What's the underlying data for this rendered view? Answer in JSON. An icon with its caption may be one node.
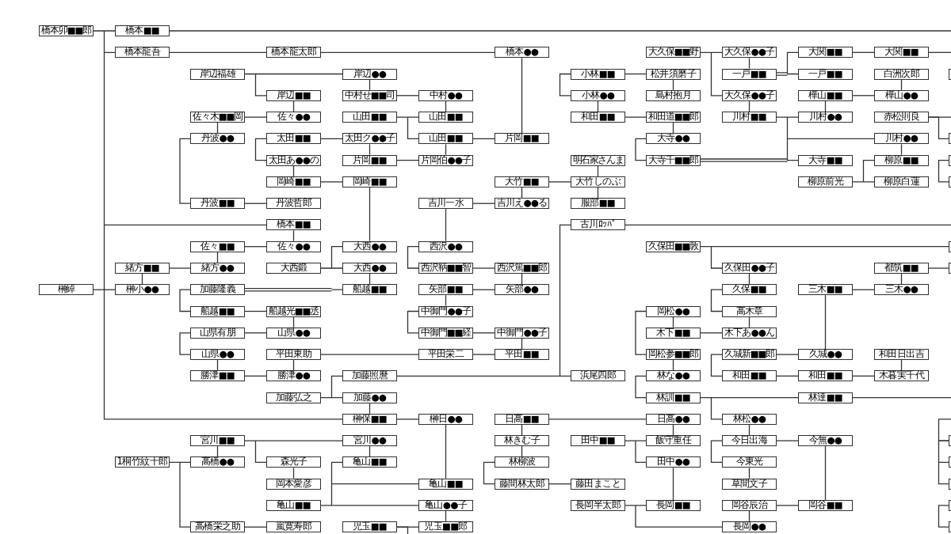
{
  "diagram": {
    "nodes": [
      {
        "text": [
          "橋本卯■■郎"
        ]
      },
      {
        "text": [
          "橋本■■"
        ]
      },
      {
        "text": [
          "橋本龍吾"
        ]
      },
      {
        "text": [
          "橋本龍太郎"
        ]
      },
      {
        "text": [
          "橋本●●"
        ]
      },
      {
        "text": [
          "大久保■■野"
        ]
      },
      {
        "text": [
          "大久保●●子"
        ]
      },
      {
        "text": [
          "大関■■"
        ]
      },
      {
        "text": [
          "大関■■"
        ]
      },
      {
        "text": [
          "岸辺福雄"
        ]
      },
      {
        "text": [
          "岸辺●●"
        ]
      },
      {
        "text": [
          "小林■■"
        ]
      },
      {
        "text": [
          "松井須磨子"
        ]
      },
      {
        "text": [
          "一戸■■"
        ]
      },
      {
        "text": [
          "一戸■■"
        ]
      },
      {
        "text": [
          "白洲次郎"
        ]
      },
      {
        "text": [],
        "shape": "box"
      },
      {
        "text": [
          "岸辺■■"
        ]
      },
      {
        "text": [
          "中村せ■■司"
        ]
      },
      {
        "text": [
          "中村●●"
        ]
      },
      {
        "text": [
          "小林●●"
        ]
      },
      {
        "text": [
          "島村抱月"
        ]
      },
      {
        "text": [
          "大久保●●子"
        ]
      },
      {
        "text": [
          "樺山■■"
        ]
      },
      {
        "text": [
          "樺山●●"
        ]
      },
      {
        "text": [
          "佐々木■■岡"
        ]
      },
      {
        "text": [
          "佐々●●"
        ]
      },
      {
        "text": [
          "山田■■"
        ]
      },
      {
        "text": [
          "山田■■"
        ]
      },
      {
        "text": [
          "和田■■"
        ]
      },
      {
        "text": [
          "和田道■■郎"
        ]
      },
      {
        "text": [
          "川村■■"
        ]
      },
      {
        "text": [
          "川村●●"
        ]
      },
      {
        "text": [
          "赤松則良"
        ]
      },
      {
        "text": [
          "丹波●●"
        ]
      },
      {
        "text": [
          "太田■■"
        ]
      },
      {
        "text": [
          "太田ク●●子"
        ]
      },
      {
        "text": [
          "山田■■"
        ]
      },
      {
        "text": [
          "片岡■■"
        ]
      },
      {
        "text": [
          "大寺●●"
        ]
      },
      {
        "text": [
          "川村●●"
        ]
      },
      {
        "text": [],
        "shape": "box"
      },
      {
        "text": [
          "太田あ●●の"
        ]
      },
      {
        "text": [
          "片岡■■"
        ]
      },
      {
        "text": [
          "片岡伯●●子"
        ]
      },
      {
        "text": [
          "明石家さんま"
        ]
      },
      {
        "text": [
          "大寺千■■郎"
        ]
      },
      {
        "text": [
          "大寺■■"
        ]
      },
      {
        "text": [
          "柳原■■"
        ]
      },
      {
        "text": [],
        "shape": "box"
      },
      {
        "text": [
          "岡崎■■"
        ]
      },
      {
        "text": [
          "岡崎■■"
        ]
      },
      {
        "text": [
          "大竹■■"
        ]
      },
      {
        "text": [
          "大竹しのぶ"
        ]
      },
      {
        "text": [
          "柳原前光"
        ]
      },
      {
        "text": [
          "柳原白蓮"
        ]
      },
      {
        "text": [],
        "shape": "box"
      },
      {
        "text": [
          "丹波■■"
        ]
      },
      {
        "text": [
          "丹波哲郎"
        ]
      },
      {
        "text": [
          "吉川一水"
        ]
      },
      {
        "text": [
          "吉川え●●る"
        ]
      },
      {
        "text": [
          "服部■■"
        ]
      },
      {
        "text": [
          "橋本■■"
        ]
      },
      {
        "text": [
          "古川ﾛｯﾊﾟ"
        ]
      },
      {
        "text": [
          "佐々■■"
        ]
      },
      {
        "text": [
          "佐々●●"
        ]
      },
      {
        "text": [
          "大西●●"
        ]
      },
      {
        "text": [
          "西沢●●"
        ]
      },
      {
        "text": [
          "久保田■■敦"
        ]
      },
      {
        "text": [],
        "shape": "box"
      },
      {
        "text": [
          "緒方■■"
        ]
      },
      {
        "text": [
          "緒方●●"
        ]
      },
      {
        "text": [
          "大西鍛"
        ]
      },
      {
        "text": [
          "大西●●"
        ]
      },
      {
        "text": [
          "西沢鞆■■智"
        ]
      },
      {
        "text": [
          "西沢篤■■郎"
        ]
      },
      {
        "text": [
          "久保田●●子"
        ]
      },
      {
        "text": [
          "都筑■■"
        ]
      },
      {
        "text": [],
        "shape": "box"
      },
      {
        "text": [
          "榊綽"
        ]
      },
      {
        "text": [
          "榊小●●"
        ]
      },
      {
        "text": [
          "加藤隆義"
        ]
      },
      {
        "text": [
          "船越■■"
        ]
      },
      {
        "text": [
          "矢部■■"
        ]
      },
      {
        "text": [
          "矢部●●"
        ]
      },
      {
        "text": [
          "久保■■"
        ]
      },
      {
        "text": [
          "三木■■"
        ]
      },
      {
        "text": [
          "三木●●"
        ]
      },
      {
        "text": [
          "船越■■"
        ]
      },
      {
        "text": [
          "船越光■■丞"
        ]
      },
      {
        "text": [
          "中御門●●子"
        ]
      },
      {
        "text": [
          "岡松●●"
        ]
      },
      {
        "text": [
          "高木章"
        ]
      },
      {
        "text": [
          "山県有朋"
        ]
      },
      {
        "text": [
          "山県●●"
        ]
      },
      {
        "text": [
          "中御門■■経"
        ]
      },
      {
        "text": [
          "中御門●●子"
        ]
      },
      {
        "text": [
          "木下■■"
        ]
      },
      {
        "text": [
          "木下あ●●ん"
        ]
      },
      {
        "text": [
          "山県●●"
        ]
      },
      {
        "text": [
          "平田東助"
        ]
      },
      {
        "text": [
          "平田栄二"
        ]
      },
      {
        "text": [
          "平田■■"
        ]
      },
      {
        "text": [
          "岡松参■■郎"
        ]
      },
      {
        "text": [
          "久城新■■郎"
        ]
      },
      {
        "text": [
          "久城●●"
        ]
      },
      {
        "text": [
          "和田日出吉"
        ]
      },
      {
        "text": [
          "勝津■■"
        ]
      },
      {
        "text": [
          "勝津●●"
        ]
      },
      {
        "text": [
          "加藤照麿"
        ]
      },
      {
        "text": [
          "浜尾四郎"
        ]
      },
      {
        "text": [
          "林な●●"
        ]
      },
      {
        "text": [
          "和田■■"
        ]
      },
      {
        "text": [
          "和田■■"
        ]
      },
      {
        "text": [
          "木暮実千代"
        ]
      },
      {
        "text": [
          "加藤弘之"
        ]
      },
      {
        "text": [
          "加藤●●"
        ]
      },
      {
        "text": [
          "林訓■■"
        ]
      },
      {
        "text": [
          "林達■■"
        ]
      },
      {
        "text": [
          "榊保■■"
        ]
      },
      {
        "text": [
          "榊日●●"
        ]
      },
      {
        "text": [
          "日高■■"
        ]
      },
      {
        "text": [
          "日高●●"
        ]
      },
      {
        "text": [
          "林松●●"
        ]
      },
      {
        "text": [
          "宮川■■"
        ]
      },
      {
        "text": [
          "宮川●●"
        ]
      },
      {
        "text": [
          "林きむ子"
        ]
      },
      {
        "text": [
          "田中■■"
        ]
      },
      {
        "text": [
          "飯守重任"
        ]
      },
      {
        "text": [
          "今日出海"
        ]
      },
      {
        "text": [
          "今無●●"
        ]
      },
      {
        "text": [],
        "shape": "box"
      },
      {
        "text": [
          "1桐竹紋十郎"
        ]
      },
      {
        "text": [
          "高橋●●"
        ]
      },
      {
        "text": [
          "森光子"
        ]
      },
      {
        "text": [
          "亀山■■"
        ]
      },
      {
        "text": [
          "林柳波"
        ]
      },
      {
        "text": [
          "田中●●"
        ]
      },
      {
        "text": [
          "今東光"
        ]
      },
      {
        "text": [],
        "shape": "box"
      },
      {
        "text": [
          "岡本愛彦"
        ]
      },
      {
        "text": [
          "亀山■■"
        ]
      },
      {
        "text": [
          "藤間林太郎"
        ]
      },
      {
        "text": [
          "藤田まこと"
        ]
      },
      {
        "text": [
          "草間文子"
        ]
      },
      {
        "text": [],
        "shape": "box"
      },
      {
        "text": [
          "亀山■■"
        ]
      },
      {
        "text": [
          "亀山●●子"
        ]
      },
      {
        "text": [
          "長岡半太郎"
        ]
      },
      {
        "text": [
          "長岡■■"
        ]
      },
      {
        "text": [
          "岡谷辰治"
        ]
      },
      {
        "text": [
          "岡谷■■"
        ]
      },
      {
        "text": [],
        "shape": "box"
      },
      {
        "text": [
          "高橋栄之助"
        ]
      },
      {
        "text": [
          "嵐寛寿郎"
        ]
      },
      {
        "text": [
          "児玉■■"
        ]
      },
      {
        "text": [
          "児玉■■郎"
        ]
      },
      {
        "text": [
          "長岡●●"
        ]
      },
      {
        "text": [],
        "shape": "box"
      }
    ],
    "edges": [
      {
        "from": 0,
        "to": 1,
        "arrow": "none"
      },
      {
        "from": 0,
        "to": 2,
        "arrow": "none"
      },
      {
        "from": 0,
        "to": 62,
        "arrow": "none"
      },
      {
        "from": 0,
        "to": 119,
        "arrow": "none"
      },
      {
        "from": 1,
        "to": null,
        "arrow": "none"
      },
      {
        "from": 2,
        "to": 3,
        "arrow": "none"
      },
      {
        "from": 3,
        "to": 4,
        "arrow": "none"
      },
      {
        "from": 9,
        "to": 10,
        "arrow": "none"
      },
      {
        "from": 9,
        "to": 17,
        "arrow": "none"
      },
      {
        "from": 4,
        "to": 38,
        "arrow": "none"
      },
      {
        "from": 5,
        "to": 6,
        "arrow": "none"
      },
      {
        "from": 5,
        "to": 22,
        "arrow": "none"
      },
      {
        "from": 6,
        "to": 13,
        "arrow": "none"
      },
      {
        "from": 13,
        "to": 7,
        "arrow": "none"
      },
      {
        "from": 13,
        "to": 14,
        "arrow": "none"
      },
      {
        "from": 7,
        "to": 8,
        "arrow": "none"
      },
      {
        "from": 8,
        "to": null,
        "arrow": "none"
      },
      {
        "from": 11,
        "to": 20,
        "arrow": "none"
      },
      {
        "from": 11,
        "to": 12,
        "arrow": "none"
      },
      {
        "from": 12,
        "to": 21,
        "arrow": "none"
      },
      {
        "from": 15,
        "to": 24,
        "arrow": "none"
      },
      {
        "from": 10,
        "to": 18,
        "arrow": "none"
      },
      {
        "from": 17,
        "to": 26,
        "arrow": "none"
      },
      {
        "from": 18,
        "to": 19,
        "arrow": "none"
      },
      {
        "from": 19,
        "to": 28,
        "arrow": "none"
      },
      {
        "from": 20,
        "to": 29,
        "arrow": "none"
      },
      {
        "from": 22,
        "to": 31,
        "arrow": "none"
      },
      {
        "from": 23,
        "to": 24,
        "arrow": "none"
      },
      {
        "from": 23,
        "to": 32,
        "arrow": "none"
      },
      {
        "from": 25,
        "to": 26,
        "arrow": "none"
      },
      {
        "from": 25,
        "to": 34,
        "arrow": "none"
      },
      {
        "from": 27,
        "to": 28,
        "arrow": "none"
      },
      {
        "from": 27,
        "to": 37,
        "arrow": "none"
      },
      {
        "from": 29,
        "to": 30,
        "arrow": "none"
      },
      {
        "from": 30,
        "to": 39,
        "arrow": "none"
      },
      {
        "from": 31,
        "to": 32,
        "arrow": "none"
      },
      {
        "from": 31,
        "to": 40,
        "arrow": "none"
      },
      {
        "from": 31,
        "to": 47,
        "arrow": "none"
      },
      {
        "from": 33,
        "to": null,
        "arrow": "none"
      },
      {
        "from": 33,
        "to": 41,
        "arrow": "none"
      },
      {
        "from": 34,
        "to": 57,
        "arrow": "none"
      },
      {
        "from": 35,
        "to": 42,
        "arrow": "none"
      },
      {
        "from": 35,
        "to": 36,
        "arrow": "none"
      },
      {
        "from": 36,
        "to": 43,
        "arrow": "none"
      },
      {
        "from": 37,
        "to": 38,
        "arrow": "none"
      },
      {
        "from": 37,
        "to": 44,
        "arrow": "none"
      },
      {
        "from": 39,
        "to": 46,
        "arrow": "none"
      },
      {
        "from": 40,
        "to": 48,
        "arrow": "none"
      },
      {
        "from": 42,
        "to": 50,
        "arrow": "none"
      },
      {
        "from": 43,
        "to": 44,
        "arrow": "none"
      },
      {
        "from": 45,
        "to": 53,
        "arrow": "none"
      },
      {
        "from": 46,
        "to": 47,
        "arrow": "none"
      },
      {
        "from": 54,
        "to": 48,
        "arrow": "none"
      },
      {
        "from": 54,
        "to": 55,
        "arrow": "none"
      },
      {
        "from": 49,
        "to": 56,
        "arrow": "none"
      },
      {
        "from": 50,
        "to": 51,
        "arrow": "none"
      },
      {
        "from": 51,
        "to": 66,
        "arrow": "none"
      },
      {
        "from": 52,
        "to": 60,
        "arrow": "none"
      },
      {
        "from": 52,
        "to": 53,
        "arrow": "none"
      },
      {
        "from": 53,
        "to": 61,
        "arrow": "none"
      },
      {
        "from": 57,
        "to": 58,
        "arrow": "none"
      },
      {
        "from": 59,
        "to": 60,
        "arrow": "none"
      },
      {
        "from": 59,
        "to": 67,
        "arrow": "none"
      },
      {
        "from": 62,
        "to": 65,
        "arrow": "none"
      },
      {
        "from": 63,
        "to": 110,
        "arrow": "none"
      },
      {
        "from": 63,
        "to": null,
        "arrow": "none"
      },
      {
        "from": 64,
        "to": 65,
        "arrow": "none"
      },
      {
        "from": 64,
        "to": 71,
        "arrow": "none"
      },
      {
        "from": 67,
        "to": 74,
        "arrow": "none"
      },
      {
        "from": 68,
        "to": 69,
        "arrow": "none"
      },
      {
        "from": 68,
        "to": 76,
        "arrow": "none"
      },
      {
        "from": 70,
        "to": 71,
        "arrow": "none"
      },
      {
        "from": 70,
        "to": 80,
        "arrow": "none"
      },
      {
        "from": 72,
        "to": 66,
        "arrow": "none"
      },
      {
        "from": 72,
        "to": 73,
        "arrow": "none"
      },
      {
        "from": 73,
        "to": 82,
        "arrow": "none"
      },
      {
        "from": 74,
        "to": 75,
        "arrow": "none"
      },
      {
        "from": 75,
        "to": 84,
        "arrow": "none"
      },
      {
        "from": 76,
        "to": 85,
        "arrow": "none"
      },
      {
        "from": 77,
        "to": 78,
        "arrow": "none"
      },
      {
        "from": 77,
        "to": 87,
        "arrow": "none"
      },
      {
        "from": 79,
        "to": 80,
        "arrow": "none"
      },
      {
        "from": 81,
        "to": 82,
        "arrow": "none"
      },
      {
        "from": 81,
        "to": 88,
        "arrow": "none"
      },
      {
        "from": 83,
        "to": 84,
        "arrow": "none"
      },
      {
        "from": 83,
        "to": 90,
        "arrow": "none"
      },
      {
        "from": 85,
        "to": 92,
        "arrow": "none"
      },
      {
        "from": 86,
        "to": 87,
        "arrow": "none"
      },
      {
        "from": 86,
        "to": 105,
        "arrow": "none"
      },
      {
        "from": 88,
        "to": 89,
        "arrow": "none"
      },
      {
        "from": 89,
        "to": 94,
        "arrow": "none"
      },
      {
        "from": 90,
        "to": 95,
        "arrow": "none"
      },
      {
        "from": 91,
        "to": 103,
        "arrow": "none"
      },
      {
        "from": 91,
        "to": 97,
        "arrow": "none"
      },
      {
        "from": 92,
        "to": 98,
        "arrow": "none"
      },
      {
        "from": 93,
        "to": 94,
        "arrow": "none"
      },
      {
        "from": 93,
        "to": 99,
        "arrow": "none"
      },
      {
        "from": 95,
        "to": 96,
        "arrow": "none"
      },
      {
        "from": 96,
        "to": 102,
        "arrow": "none"
      },
      {
        "from": 97,
        "to": 98,
        "arrow": "none"
      },
      {
        "from": 99,
        "to": 107,
        "arrow": "none"
      },
      {
        "from": 100,
        "to": 101,
        "arrow": "none"
      },
      {
        "from": 100,
        "to": 108,
        "arrow": "none"
      },
      {
        "from": 101,
        "to": 102,
        "arrow": "none"
      },
      {
        "from": 103,
        "to": 111,
        "arrow": "none"
      },
      {
        "from": 104,
        "to": 105,
        "arrow": "none"
      },
      {
        "from": 104,
        "to": 112,
        "arrow": "none"
      },
      {
        "from": 106,
        "to": 114,
        "arrow": "none"
      },
      {
        "from": 107,
        "to": 108,
        "arrow": "none"
      },
      {
        "from": 109,
        "to": 110,
        "arrow": "none"
      },
      {
        "from": 111,
        "to": 117,
        "arrow": "none"
      },
      {
        "from": 112,
        "to": 113,
        "arrow": "none"
      },
      {
        "from": 113,
        "to": 114,
        "arrow": "none"
      },
      {
        "from": 115,
        "to": 109,
        "arrow": "none"
      },
      {
        "from": 115,
        "to": 116,
        "arrow": "none"
      },
      {
        "from": 116,
        "to": 119,
        "arrow": "none"
      },
      {
        "from": 117,
        "to": 118,
        "arrow": "none"
      },
      {
        "from": 117,
        "to": 123,
        "arrow": "none"
      },
      {
        "from": 118,
        "to": null,
        "arrow": "none"
      },
      {
        "from": 119,
        "to": 120,
        "arrow": "none"
      },
      {
        "from": 120,
        "to": 141,
        "arrow": "none"
      },
      {
        "from": 121,
        "to": 122,
        "arrow": "none"
      },
      {
        "from": 121,
        "to": 126,
        "arrow": "none"
      },
      {
        "from": 122,
        "to": 128,
        "arrow": "none"
      },
      {
        "from": 123,
        "to": 129,
        "arrow": "none"
      },
      {
        "from": 124,
        "to": 125,
        "arrow": "none"
      },
      {
        "from": 124,
        "to": 134,
        "arrow": "none"
      },
      {
        "from": 124,
        "to": 133,
        "arrow": "none"
      },
      {
        "from": 125,
        "to": 135,
        "arrow": "none"
      },
      {
        "from": 126,
        "to": 136,
        "arrow": "none"
      },
      {
        "from": 127,
        "to": 128,
        "arrow": "none"
      },
      {
        "from": 127,
        "to": 137,
        "arrow": "none"
      },
      {
        "from": 129,
        "to": 130,
        "arrow": "none"
      },
      {
        "from": 129,
        "to": 138,
        "arrow": "none"
      },
      {
        "from": 130,
        "to": 151,
        "arrow": "none"
      },
      {
        "from": 132,
        "to": 133,
        "arrow": "none"
      },
      {
        "from": 132,
        "to": 153,
        "arrow": "none"
      },
      {
        "from": 134,
        "to": 140,
        "arrow": "none"
      },
      {
        "from": 136,
        "to": 142,
        "arrow": "none"
      },
      {
        "from": 137,
        "to": 149,
        "arrow": "none"
      },
      {
        "from": 138,
        "to": 144,
        "arrow": "none"
      },
      {
        "from": 142,
        "to": 143,
        "arrow": "none"
      },
      {
        "from": 146,
        "to": 135,
        "arrow": "none"
      },
      {
        "from": 146,
        "to": 141,
        "arrow": "none"
      },
      {
        "from": 146,
        "to": 147,
        "arrow": "none"
      },
      {
        "from": 147,
        "to": 156,
        "arrow": "none"
      },
      {
        "from": 148,
        "to": 149,
        "arrow": "none"
      },
      {
        "from": 148,
        "to": 157,
        "arrow": "none"
      },
      {
        "from": 150,
        "to": 151,
        "arrow": "none"
      },
      {
        "from": 150,
        "to": 157,
        "arrow": "none"
      },
      {
        "from": 153,
        "to": 154,
        "arrow": "none"
      },
      {
        "from": 155,
        "to": 156,
        "arrow": "none"
      },
      {
        "from": 155,
        "to": null,
        "arrow": "none"
      },
      {
        "from": null,
        "to": 131,
        "arrow": "none"
      },
      {
        "from": 131,
        "to": 139,
        "arrow": "none"
      },
      {
        "from": 131,
        "to": 145,
        "arrow": "none"
      },
      {
        "from": 152,
        "to": 158,
        "arrow": "none"
      }
    ]
  }
}
